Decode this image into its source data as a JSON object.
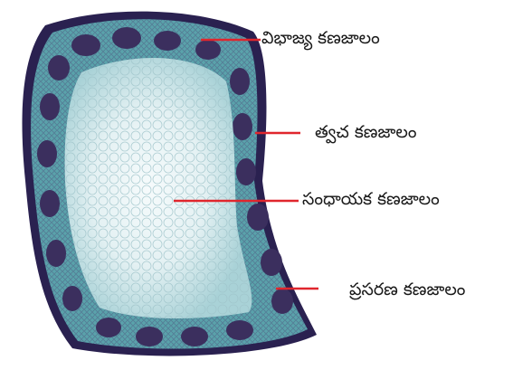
{
  "labels": {
    "meristematic": "విభాజ్య కణజాలం",
    "protective": "త్వచ కణజాలం",
    "supporting": "సంధాయక కణజాలం",
    "conducting": "ప్రసరణ కణజాలం"
  },
  "colors": {
    "pointer": "#e0262d",
    "tissue_outline": "#2a2150",
    "cortex": "#6fb3b9",
    "pith": "#eef7f8",
    "bundle": "#3b2f5e"
  }
}
